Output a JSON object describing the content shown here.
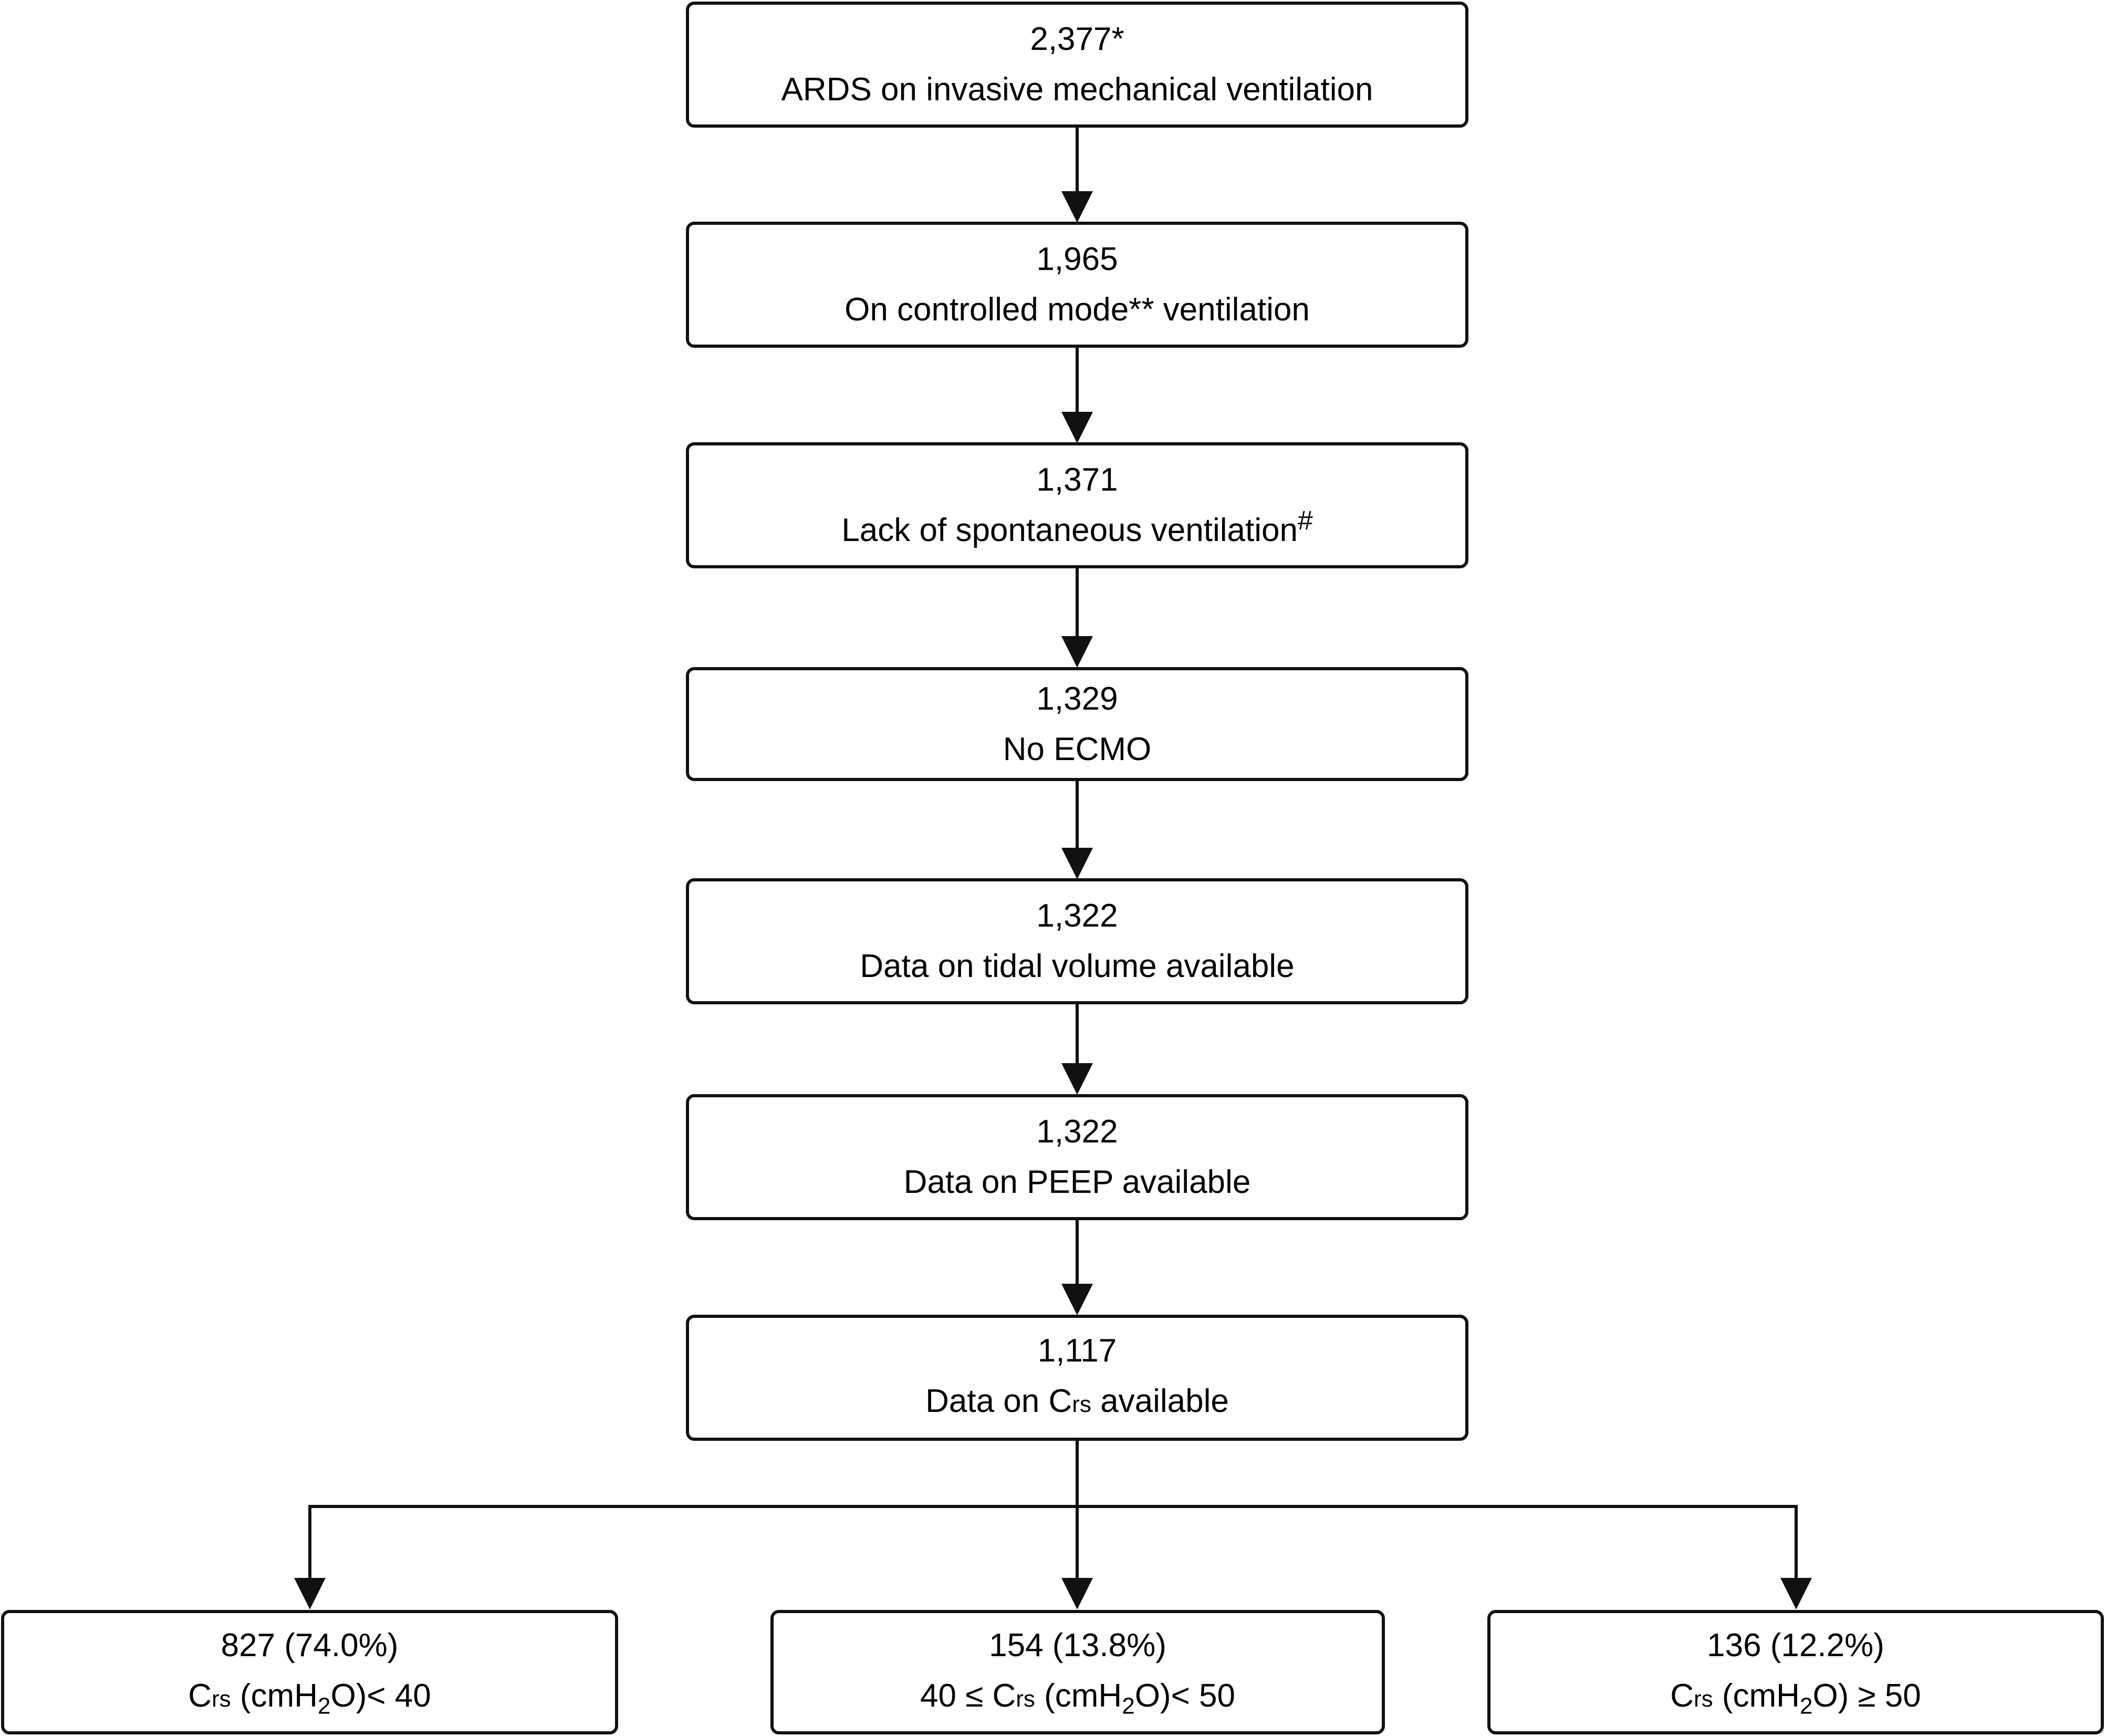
{
  "steps": [
    {
      "count": "2,377",
      "count_mark": "*",
      "label": "ARDS on invasive mechanical ventilation"
    },
    {
      "count": "1,965",
      "label_a": "On controlled mode",
      "label_mark": "**",
      "label_b": " ventilation"
    },
    {
      "count": "1,371",
      "label": "Lack of spontaneous ventilation",
      "label_mark": "#"
    },
    {
      "count": "1,329",
      "label": "No ECMO"
    },
    {
      "count": "1,322",
      "label": "Data on tidal volume available"
    },
    {
      "count": "1,322",
      "label": "Data on PEEP available"
    },
    {
      "count": "1,117",
      "label_a": "Data on C",
      "label_sub": "rs",
      "label_b": " available"
    }
  ],
  "outcomes": [
    {
      "count": "827 (74.0%)",
      "prefix": "",
      "c": "C",
      "c_sub": "rs",
      "unit_a": " (cmH",
      "unit_sub": "2",
      "unit_b": "O)",
      "rel": "< 40"
    },
    {
      "count": "154 (13.8%)",
      "prefix": "40 ≤ ",
      "c": "C",
      "c_sub": "rs",
      "unit_a": " (cmH",
      "unit_sub": "2",
      "unit_b": "O)",
      "rel": "< 50"
    },
    {
      "count": "136 (12.2%)",
      "prefix": "",
      "c": "C",
      "c_sub": "rs",
      "unit_a": " (cmH",
      "unit_sub": "2",
      "unit_b": "O)",
      "rel": " ≥ 50"
    }
  ]
}
